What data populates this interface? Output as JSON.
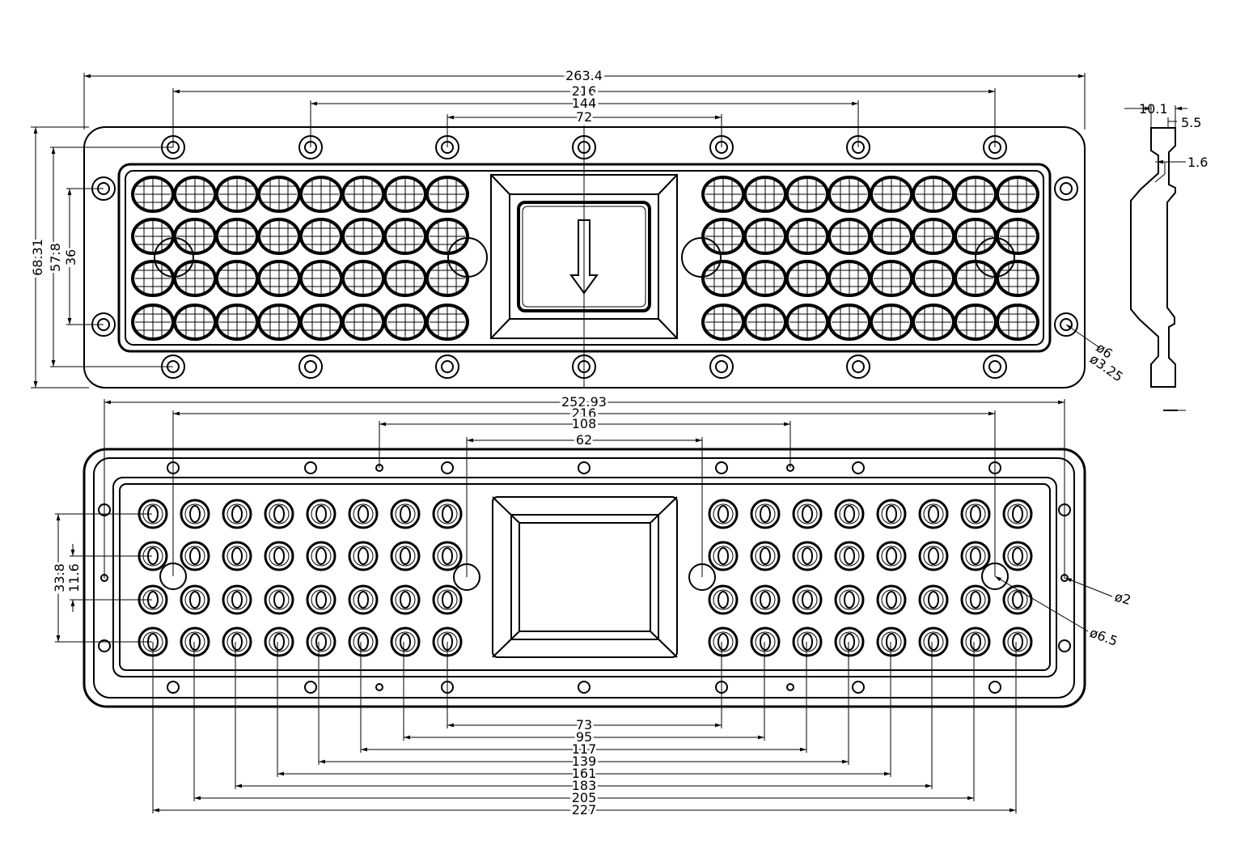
{
  "top_view": {
    "dims": {
      "overall_width": "263.4",
      "mount_216": "216",
      "mount_144": "144",
      "mount_72": "72",
      "height_68": "68.31",
      "height_57": "57.8",
      "height_36": "36",
      "hole_d6": "ø6",
      "hole_d325": "ø3.25"
    },
    "lens_rows": 4,
    "lens_cols_per_side": 8
  },
  "side_view": {
    "dims": {
      "d101": "10.1",
      "d55": "5.5",
      "d16": "1.6"
    }
  },
  "bottom_view": {
    "dims": {
      "overall_width": "252.93",
      "p216": "216",
      "p108": "108",
      "p62": "62",
      "h338": "33.8",
      "h116": "11.6",
      "hole_d2": "ø2",
      "hole_d65": "ø6.5"
    },
    "pitch_dims": [
      "73",
      "95",
      "117",
      "139",
      "161",
      "183",
      "205",
      "227"
    ]
  }
}
